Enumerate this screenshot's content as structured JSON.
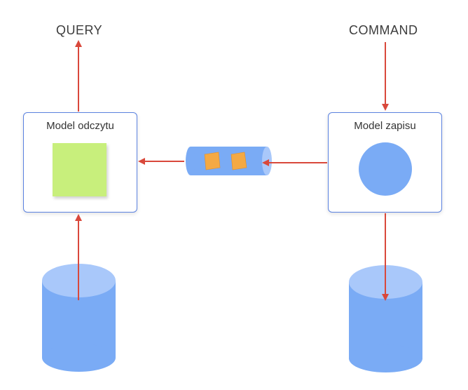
{
  "labels": {
    "query": "QUERY",
    "command": "COMMAND"
  },
  "read_model": {
    "title": "Model odczytu"
  },
  "write_model": {
    "title": "Model zapisu"
  },
  "colors": {
    "arrow": "#d9483b",
    "box_border": "#5b82e0",
    "database_body": "#7aabf5",
    "database_top": "#a9c8fa",
    "read_model_shape": "#c8ef7c",
    "write_model_shape": "#7aabf5",
    "queue_message": "#f4a944"
  },
  "icons": {
    "read_database": "database-icon",
    "write_database": "database-icon",
    "message_queue": "queue-pipe-icon"
  }
}
